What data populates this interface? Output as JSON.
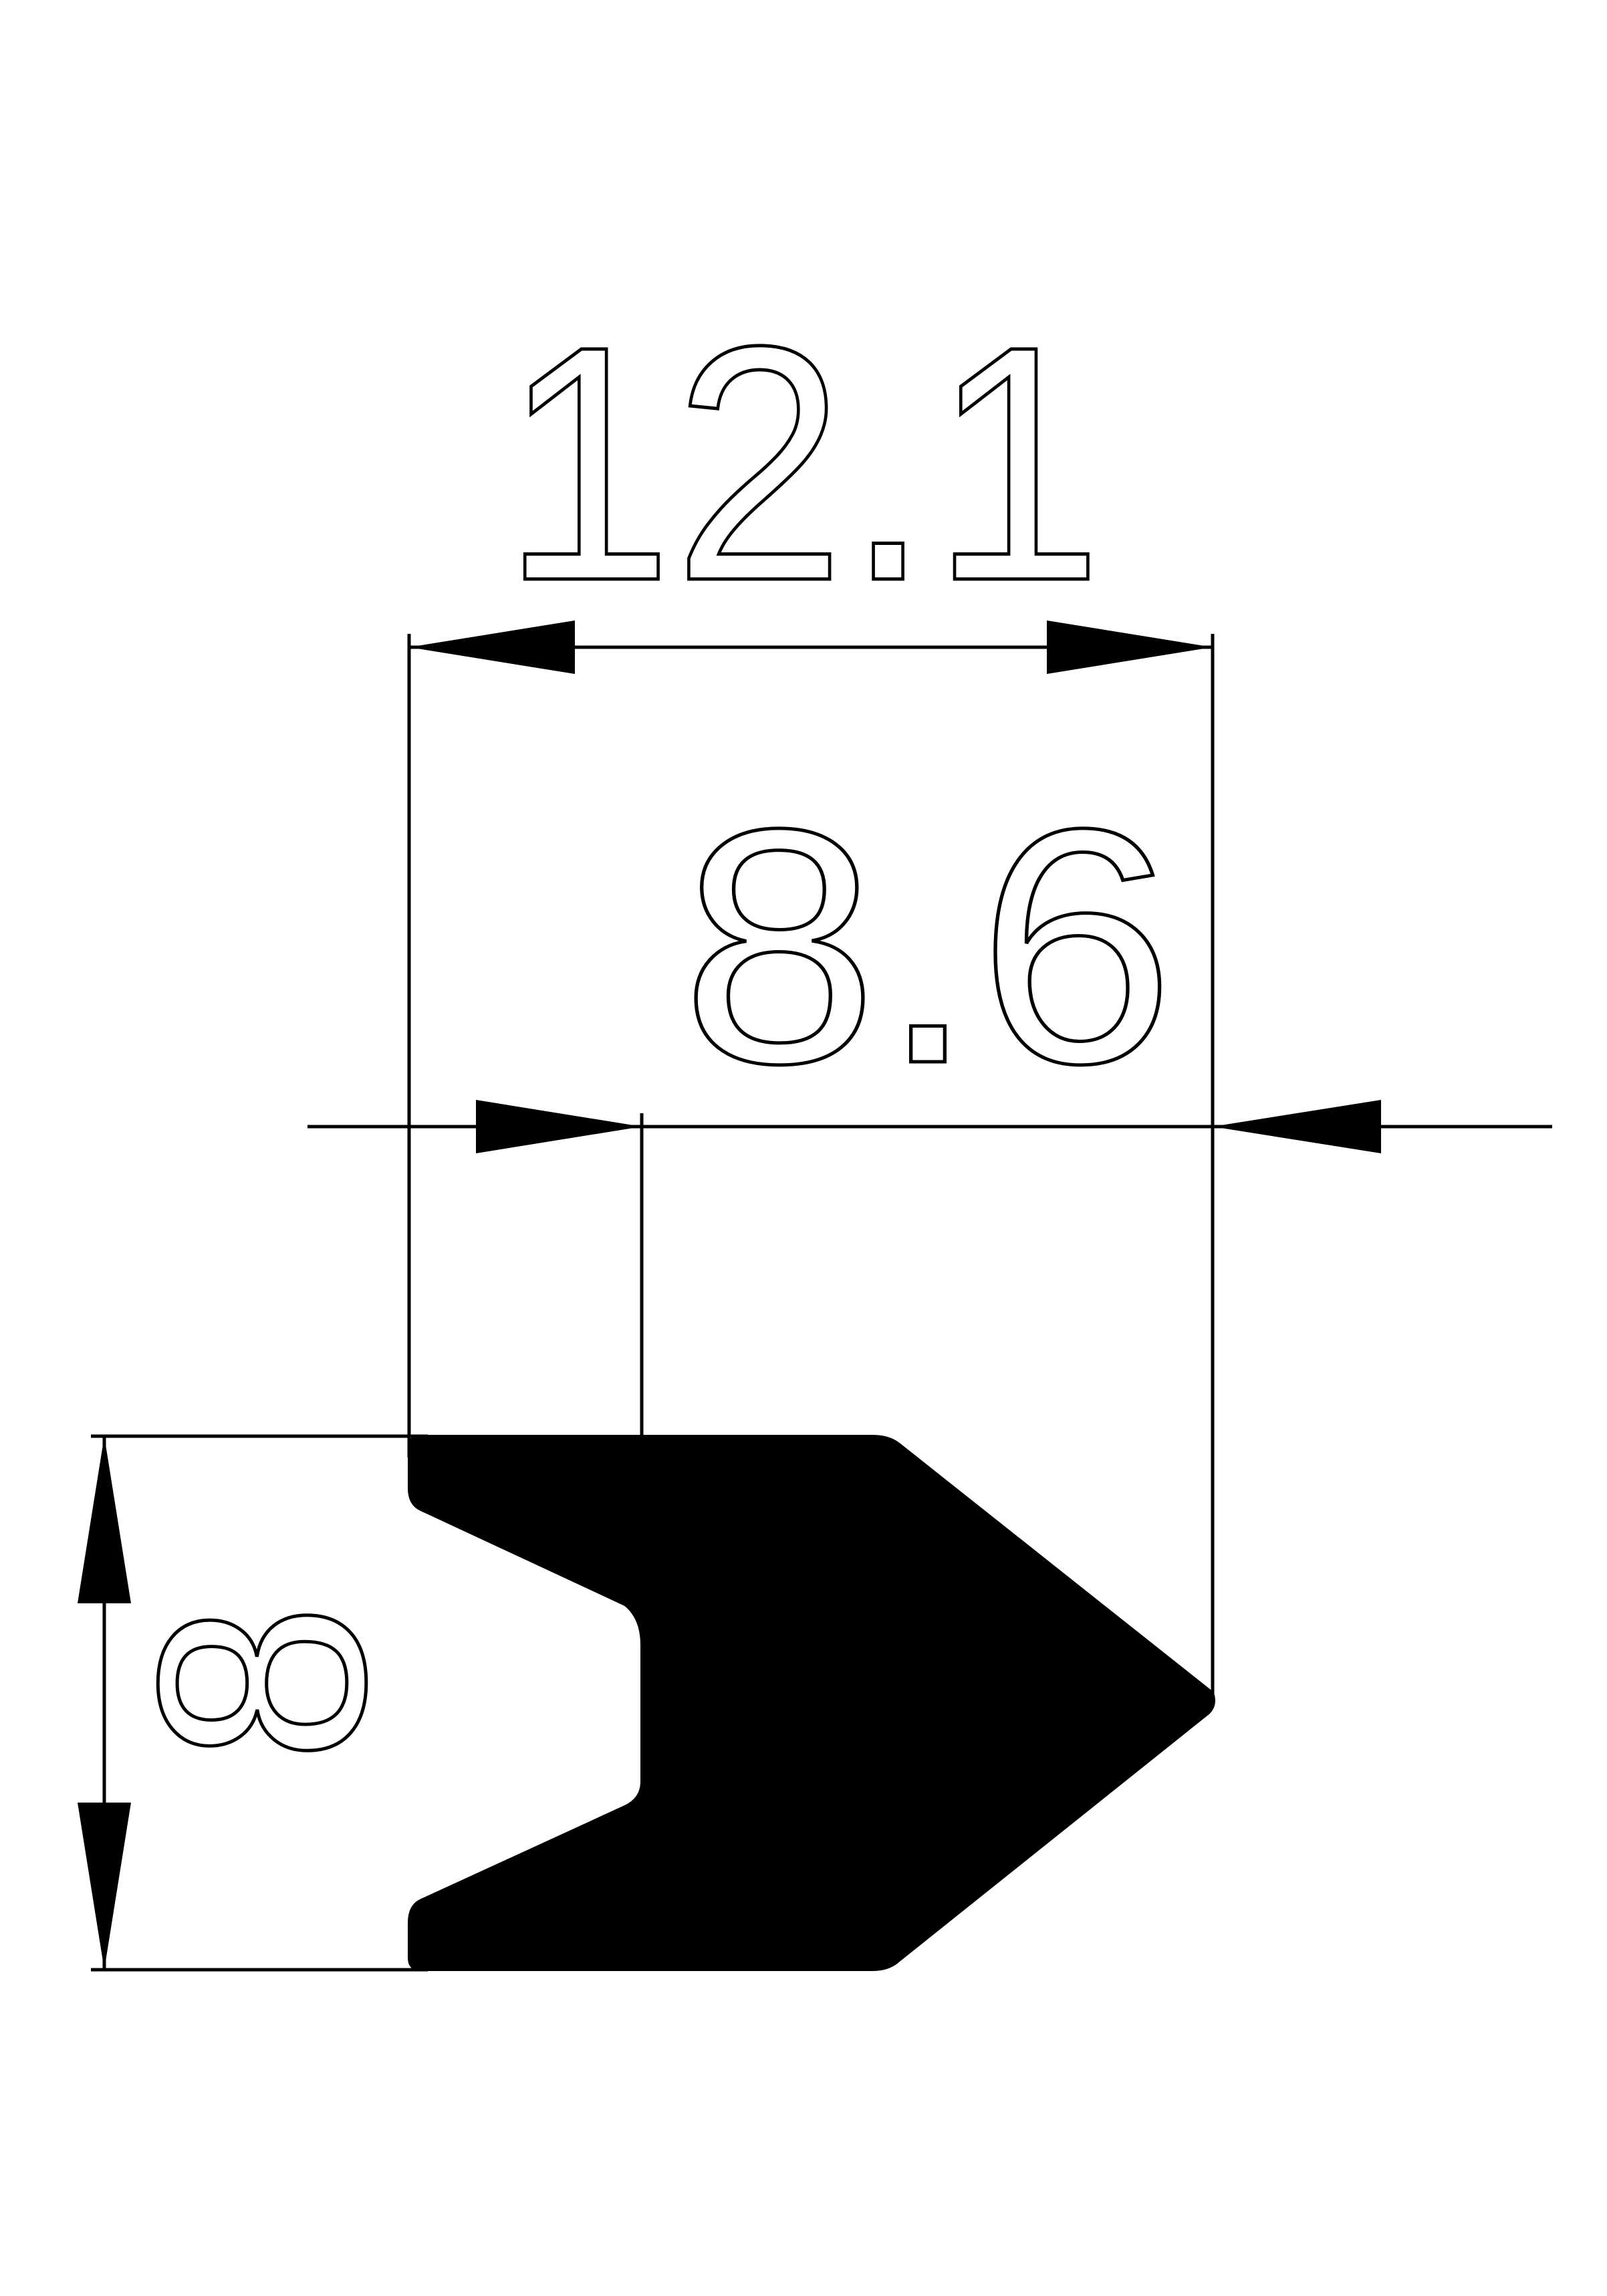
{
  "dimensions": {
    "overall_width": "12.1",
    "inner_width": "8.6",
    "height": "8"
  },
  "colors": {
    "ink": "#000000",
    "paper": "#ffffff"
  }
}
